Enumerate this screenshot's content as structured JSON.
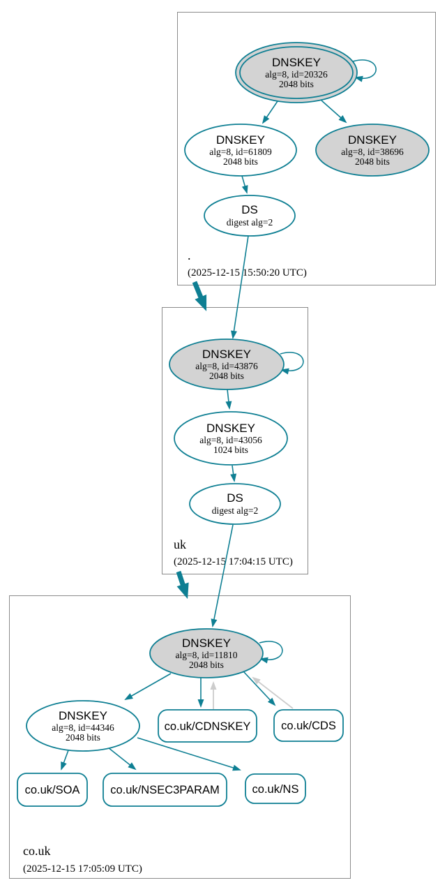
{
  "colors": {
    "teal": "#0e7f93",
    "node_gray": "#d3d3d3",
    "edge_gray": "#cccccc",
    "box_border": "#8a8a8a",
    "text": "#000000"
  },
  "zones": {
    "root": {
      "label": ".",
      "timestamp": "(2025-12-15 15:50:20 UTC)",
      "ksk": {
        "title": "DNSKEY",
        "detail1": "alg=8, id=20326",
        "detail2": "2048 bits"
      },
      "zsk": {
        "title": "DNSKEY",
        "detail1": "alg=8, id=61809",
        "detail2": "2048 bits"
      },
      "key3": {
        "title": "DNSKEY",
        "detail1": "alg=8, id=38696",
        "detail2": "2048 bits"
      },
      "ds": {
        "title": "DS",
        "detail1": "digest alg=2"
      }
    },
    "uk": {
      "label": "uk",
      "timestamp": "(2025-12-15 17:04:15 UTC)",
      "ksk": {
        "title": "DNSKEY",
        "detail1": "alg=8, id=43876",
        "detail2": "2048 bits"
      },
      "zsk": {
        "title": "DNSKEY",
        "detail1": "alg=8, id=43056",
        "detail2": "1024 bits"
      },
      "ds": {
        "title": "DS",
        "detail1": "digest alg=2"
      }
    },
    "couk": {
      "label": "co.uk",
      "timestamp": "(2025-12-15 17:05:09 UTC)",
      "ksk": {
        "title": "DNSKEY",
        "detail1": "alg=8, id=11810",
        "detail2": "2048 bits"
      },
      "zsk": {
        "title": "DNSKEY",
        "detail1": "alg=8, id=44346",
        "detail2": "2048 bits"
      },
      "rrsets": {
        "cdnskey": "co.uk/CDNSKEY",
        "cds": "co.uk/CDS",
        "soa": "co.uk/SOA",
        "nsec3param": "co.uk/NSEC3PARAM",
        "ns": "co.uk/NS"
      }
    }
  }
}
